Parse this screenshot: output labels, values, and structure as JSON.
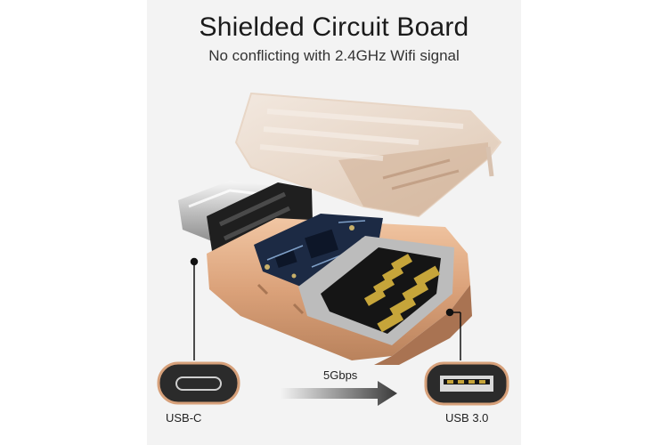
{
  "header": {
    "title": "Shielded Circuit Board",
    "subtitle": "No conflicting with 2.4GHz Wifi signal"
  },
  "ports": {
    "left_label": "USB-C",
    "right_label": "USB 3.0"
  },
  "transfer": {
    "speed_label": "5Gbps"
  },
  "colors": {
    "shell": "#d9a27b",
    "cover": "#e9d8c8",
    "board": "#1c2a44",
    "contacts": "#c6a53a",
    "background": "#f3f3f3"
  }
}
